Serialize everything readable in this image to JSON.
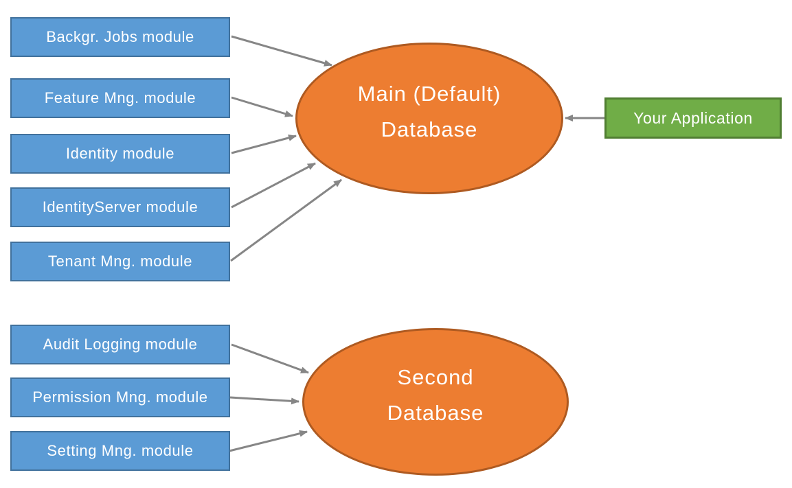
{
  "diagram": {
    "main_group": {
      "modules": [
        {
          "label": "Backgr. Jobs module"
        },
        {
          "label": "Feature Mng. module"
        },
        {
          "label": "Identity module"
        },
        {
          "label": "IdentityServer module"
        },
        {
          "label": "Tenant Mng. module"
        }
      ],
      "database": {
        "line1": "Main (Default)",
        "line2": "Database"
      },
      "application": {
        "label": "Your Application"
      }
    },
    "second_group": {
      "modules": [
        {
          "label": "Audit Logging module"
        },
        {
          "label": "Permission Mng. module"
        },
        {
          "label": "Setting Mng. module"
        }
      ],
      "database": {
        "line1": "Second",
        "line2": "Database"
      }
    },
    "colors": {
      "module_fill": "#5B9BD5",
      "module_border": "#41719C",
      "database_fill": "#ED7D31",
      "database_border": "#AE5A21",
      "application_fill": "#70AD47",
      "application_border": "#507E32",
      "arrow": "#868686",
      "label_text": "#FFFFFF",
      "background": "#FFFFFF"
    }
  }
}
